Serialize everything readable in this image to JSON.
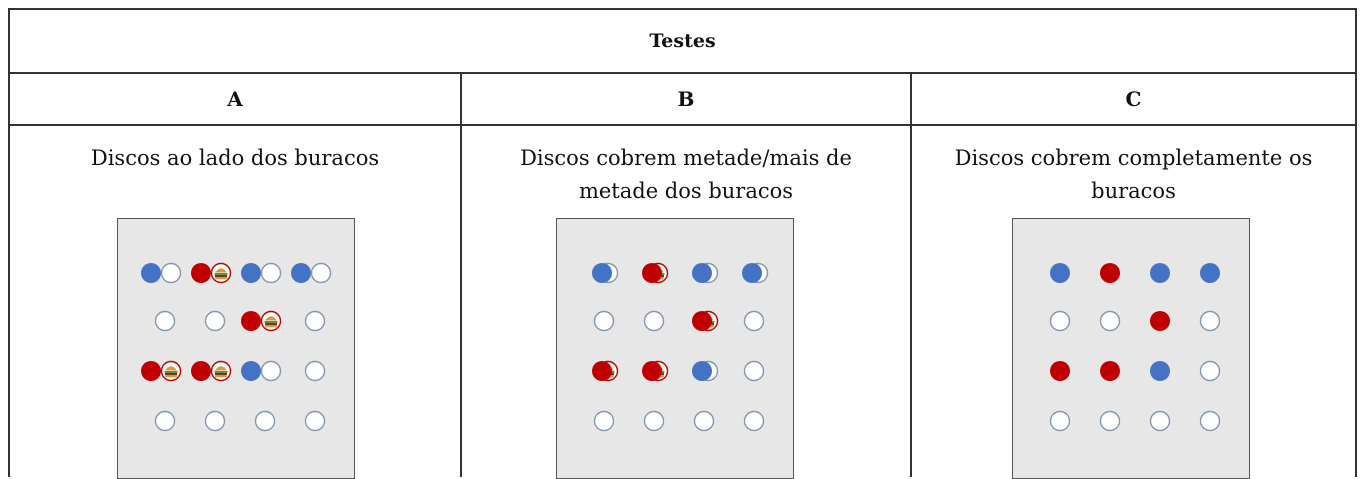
{
  "title": "Testes",
  "columns": [
    {
      "label": "A",
      "description": "Discos ao lado dos buracos"
    },
    {
      "label": "B",
      "description": "Discos cobrem metade/mais de metade dos buracos"
    },
    {
      "label": "C",
      "description": "Discos cobrem completamente os buracos"
    }
  ],
  "colors": {
    "blue_disc": "#4472c4",
    "red_disc": "#c00000",
    "hole_outline": "#8497b0",
    "board_bg": "#e7e7e7"
  },
  "boards": {
    "grid": "4x4",
    "discs": [
      {
        "row": 1,
        "col": 1,
        "color": "blue"
      },
      {
        "row": 1,
        "col": 2,
        "color": "red"
      },
      {
        "row": 1,
        "col": 3,
        "color": "blue"
      },
      {
        "row": 1,
        "col": 4,
        "color": "blue"
      },
      {
        "row": 2,
        "col": 3,
        "color": "red"
      },
      {
        "row": 3,
        "col": 1,
        "color": "red"
      },
      {
        "row": 3,
        "col": 2,
        "color": "red"
      },
      {
        "row": 3,
        "col": 3,
        "color": "blue"
      }
    ],
    "reward_hole_icon": "burger-icon"
  }
}
